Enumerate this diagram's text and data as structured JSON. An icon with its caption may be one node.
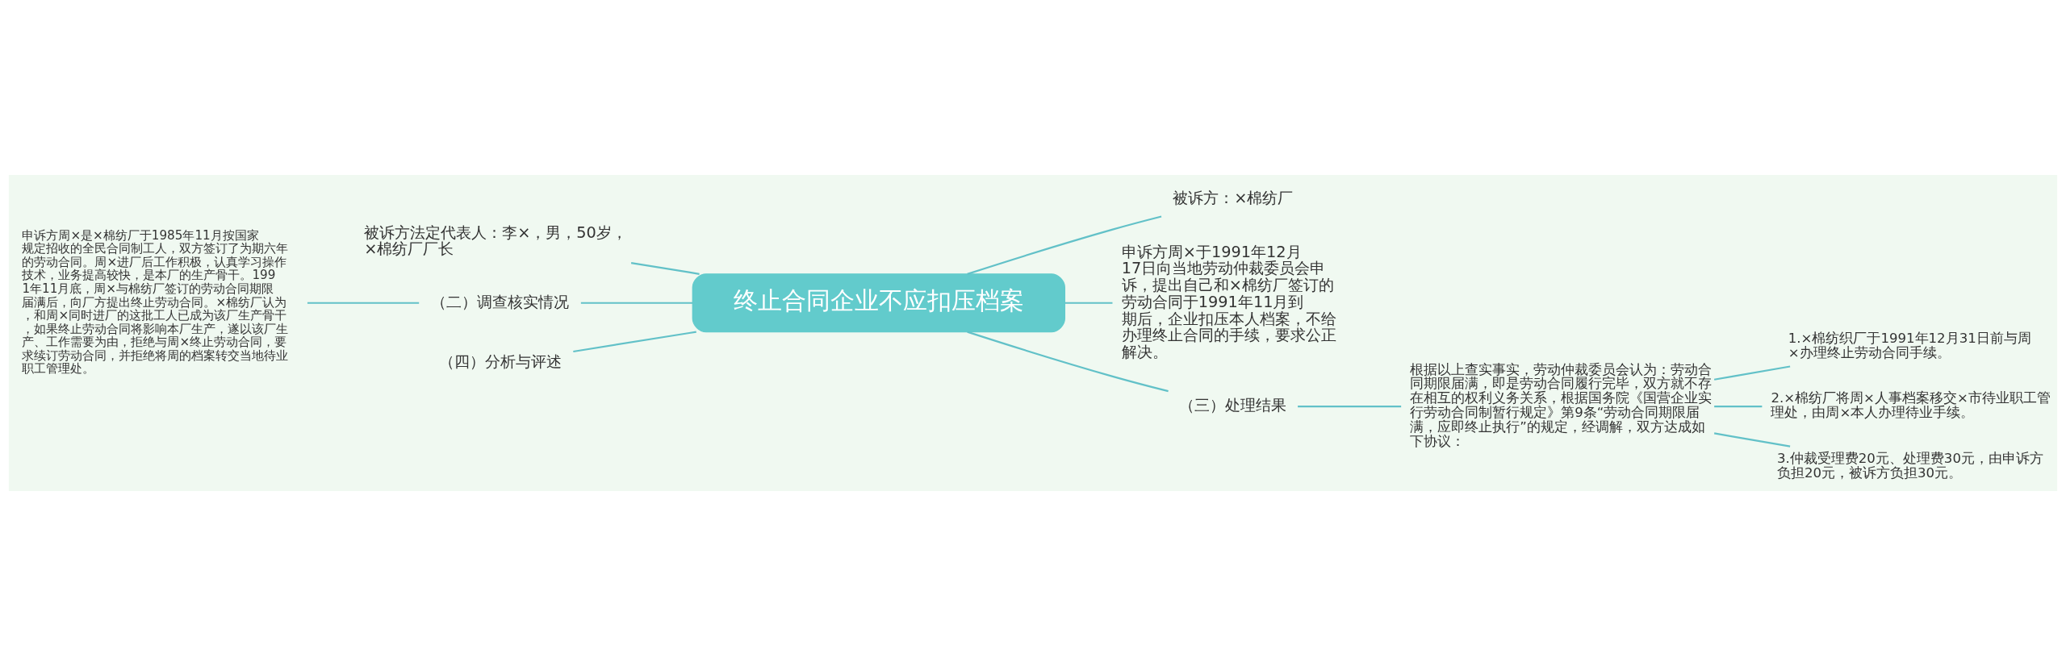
{
  "diagram": {
    "nodes": [
      {
        "text": [
          "终止合同企业不应扣压档案"
        ]
      },
      {
        "text": [
          "被诉方法定代表人：李×，男，50岁，×棉纺厂厂长"
        ]
      },
      {
        "text": [
          "被诉方：×棉纺厂"
        ]
      },
      {
        "text": [
          "申诉方周×于1991年12月17日向当地劳动仲裁委员会申诉，提出自己和×棉纺厂签订的劳动合同于1991年11月到期后，企业扣压本人档案，不给办理终止合同的手续，要求公正解决。"
        ]
      },
      {
        "text": [
          "（二）调查核实情况"
        ]
      },
      {
        "text": [
          "申诉方周×是×棉纺厂于1985年11月按国家规定招收的全民合同制工人，双方签订了为期六年的劳动合同。周×进厂后工作积极，认真学习操作技术，业务提高较快，是本厂的生产骨干。1991年11月底，周×与棉纺厂签订的劳动合同期限届满后，向厂方提出终止劳动合同。×棉纺厂认为，和周×同时进厂的这批工人已成为该厂生产骨干，如果终止劳动合同将影响本厂生产，遂以该厂生产、工作需要为由，拒绝与周×终止劳动合同，要求续订劳动合同，并拒绝将周的档案转交当地待业职工管理处。"
        ]
      },
      {
        "text": [
          "（三）处理结果"
        ]
      },
      {
        "text": [
          "根据以上查实事实，劳动仲裁委员会认为：劳动合同期限届满，即是劳动合同履行完毕，双方就不存在相互的权利义务关系，根据国务院《国营企业实行劳动合同制暂行规定》第9条“劳动合同期限届满，应即终止执行”的规定，经调解，双方达成如下协议："
        ]
      },
      {
        "text": [
          "1.×棉纺织厂于1991年12月31日前与周×办理终止劳动合同手续。"
        ]
      },
      {
        "text": [
          "2.×棉纺厂将周×人事档案移交×市待业职工管理处，由周×本人办理待业手续。"
        ]
      },
      {
        "text": [
          "3.仲裁受理费20元、处理费30元，由申诉方负担20元，被诉方负担30元。"
        ]
      },
      {
        "text": [
          "（四）分析与评述"
        ]
      }
    ],
    "edges": [
      {
        "from": 0,
        "to": 1,
        "arrow": "none"
      },
      {
        "from": 0,
        "to": 2,
        "arrow": "none"
      },
      {
        "from": 0,
        "to": 3,
        "arrow": "none"
      },
      {
        "from": 0,
        "to": 4,
        "arrow": "none"
      },
      {
        "from": 4,
        "to": 5,
        "arrow": "none"
      },
      {
        "from": 0,
        "to": 6,
        "arrow": "none"
      },
      {
        "from": 6,
        "to": 7,
        "arrow": "none"
      },
      {
        "from": 7,
        "to": 8,
        "arrow": "none"
      },
      {
        "from": 7,
        "to": 9,
        "arrow": "none"
      },
      {
        "from": 7,
        "to": 10,
        "arrow": "none"
      },
      {
        "from": 0,
        "to": 11,
        "arrow": "none"
      }
    ]
  }
}
